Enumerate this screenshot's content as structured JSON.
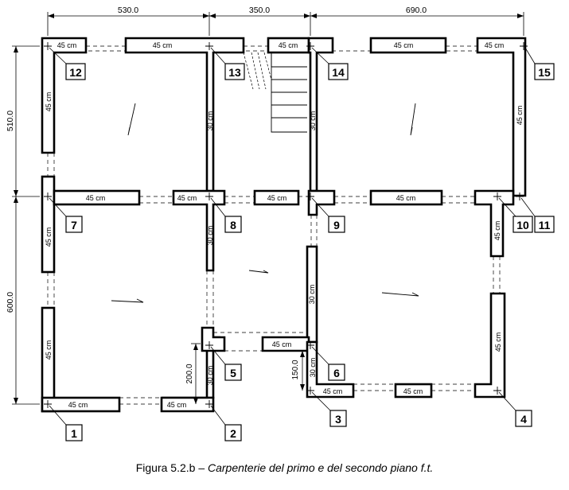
{
  "dims_top": [
    "530.0",
    "350.0",
    "690.0"
  ],
  "dims_left": [
    "510.0",
    "600.0"
  ],
  "dim_200": "200.0",
  "dim_150": "150.0",
  "wall_45": "45 cm",
  "wall_30": "30 cm",
  "nodes": [
    "1",
    "2",
    "3",
    "4",
    "5",
    "6",
    "7",
    "8",
    "9",
    "10",
    "11",
    "12",
    "13",
    "14",
    "15"
  ],
  "caption": {
    "prefix": "Figura 5.2.b – ",
    "italic": "Carpenterie del primo e del secondo piano f.t."
  }
}
